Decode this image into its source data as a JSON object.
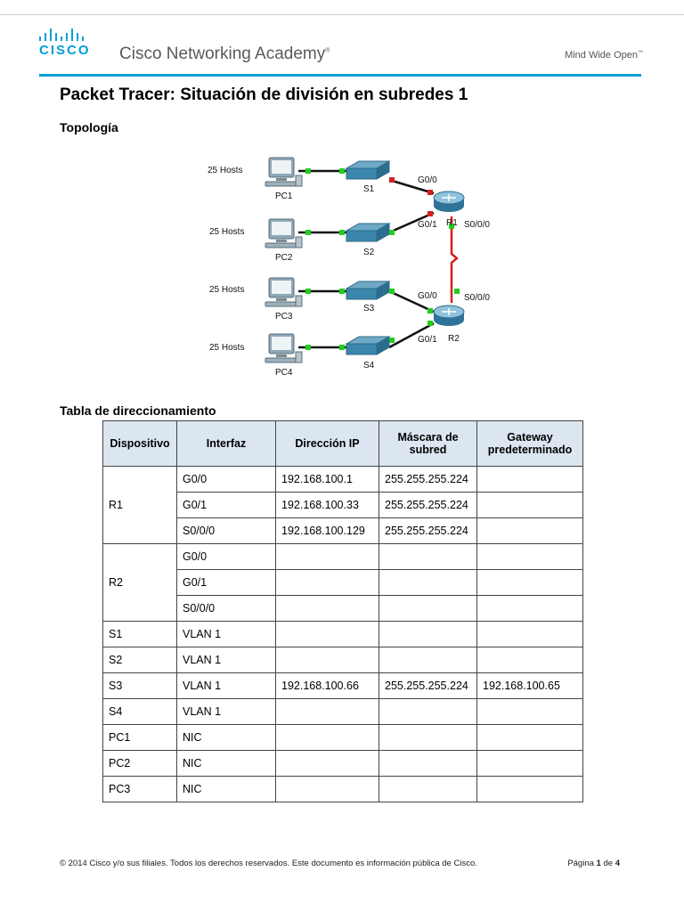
{
  "header": {
    "logo_text": "CISCO",
    "academy": "Cisco Networking Academy",
    "tagline": "Mind Wide Open"
  },
  "title": "Packet Tracer: Situación de división en subredes 1",
  "topology": {
    "heading": "Topología",
    "hosts_label": "25 Hosts",
    "pcs": [
      "PC1",
      "PC2",
      "PC3",
      "PC4"
    ],
    "switches": [
      "S1",
      "S2",
      "S3",
      "S4"
    ],
    "routers": [
      "R1",
      "R2"
    ],
    "ports": {
      "r1_g00": "G0/0",
      "r1_g01": "G0/1",
      "r1_s000": "S0/0/0",
      "r2_g00": "G0/0",
      "r2_g01": "G0/1",
      "r2_s000": "S0/0/0"
    }
  },
  "addressing": {
    "heading": "Tabla de direccionamiento",
    "columns": [
      "Dispositivo",
      "Interfaz",
      "Dirección IP",
      "Máscara de subred",
      "Gateway predeterminado"
    ],
    "rows": [
      {
        "device": "R1",
        "rows": [
          {
            "iface": "G0/0",
            "ip": "192.168.100.1",
            "mask": "255.255.255.224",
            "gw": ""
          },
          {
            "iface": "G0/1",
            "ip": "192.168.100.33",
            "mask": "255.255.255.224",
            "gw": ""
          },
          {
            "iface": "S0/0/0",
            "ip": "192.168.100.129",
            "mask": "255.255.255.224",
            "gw": ""
          }
        ]
      },
      {
        "device": "R2",
        "rows": [
          {
            "iface": "G0/0",
            "ip": "",
            "mask": "",
            "gw": ""
          },
          {
            "iface": "G0/1",
            "ip": "",
            "mask": "",
            "gw": ""
          },
          {
            "iface": "S0/0/0",
            "ip": "",
            "mask": "",
            "gw": ""
          }
        ]
      },
      {
        "device": "S1",
        "rows": [
          {
            "iface": "VLAN 1",
            "ip": "",
            "mask": "",
            "gw": ""
          }
        ]
      },
      {
        "device": "S2",
        "rows": [
          {
            "iface": "VLAN 1",
            "ip": "",
            "mask": "",
            "gw": ""
          }
        ]
      },
      {
        "device": "S3",
        "rows": [
          {
            "iface": "VLAN 1",
            "ip": "192.168.100.66",
            "mask": "255.255.255.224",
            "gw": "192.168.100.65"
          }
        ]
      },
      {
        "device": "S4",
        "rows": [
          {
            "iface": "VLAN 1",
            "ip": "",
            "mask": "",
            "gw": ""
          }
        ]
      },
      {
        "device": "PC1",
        "rows": [
          {
            "iface": "NIC",
            "ip": "",
            "mask": "",
            "gw": ""
          }
        ]
      },
      {
        "device": "PC2",
        "rows": [
          {
            "iface": "NIC",
            "ip": "",
            "mask": "",
            "gw": ""
          }
        ]
      },
      {
        "device": "PC3",
        "rows": [
          {
            "iface": "NIC",
            "ip": "",
            "mask": "",
            "gw": ""
          }
        ]
      }
    ]
  },
  "footer": {
    "copyright": "© 2014 Cisco y/o sus filiales. Todos los derechos reservados. Este documento es información pública de Cisco.",
    "page_prefix": "Página",
    "page_num": "1",
    "page_of": "de",
    "page_total": "4"
  },
  "colors": {
    "cisco_blue": "#049fd9",
    "link_red": "#d42020",
    "link_green": "#22cc22"
  }
}
